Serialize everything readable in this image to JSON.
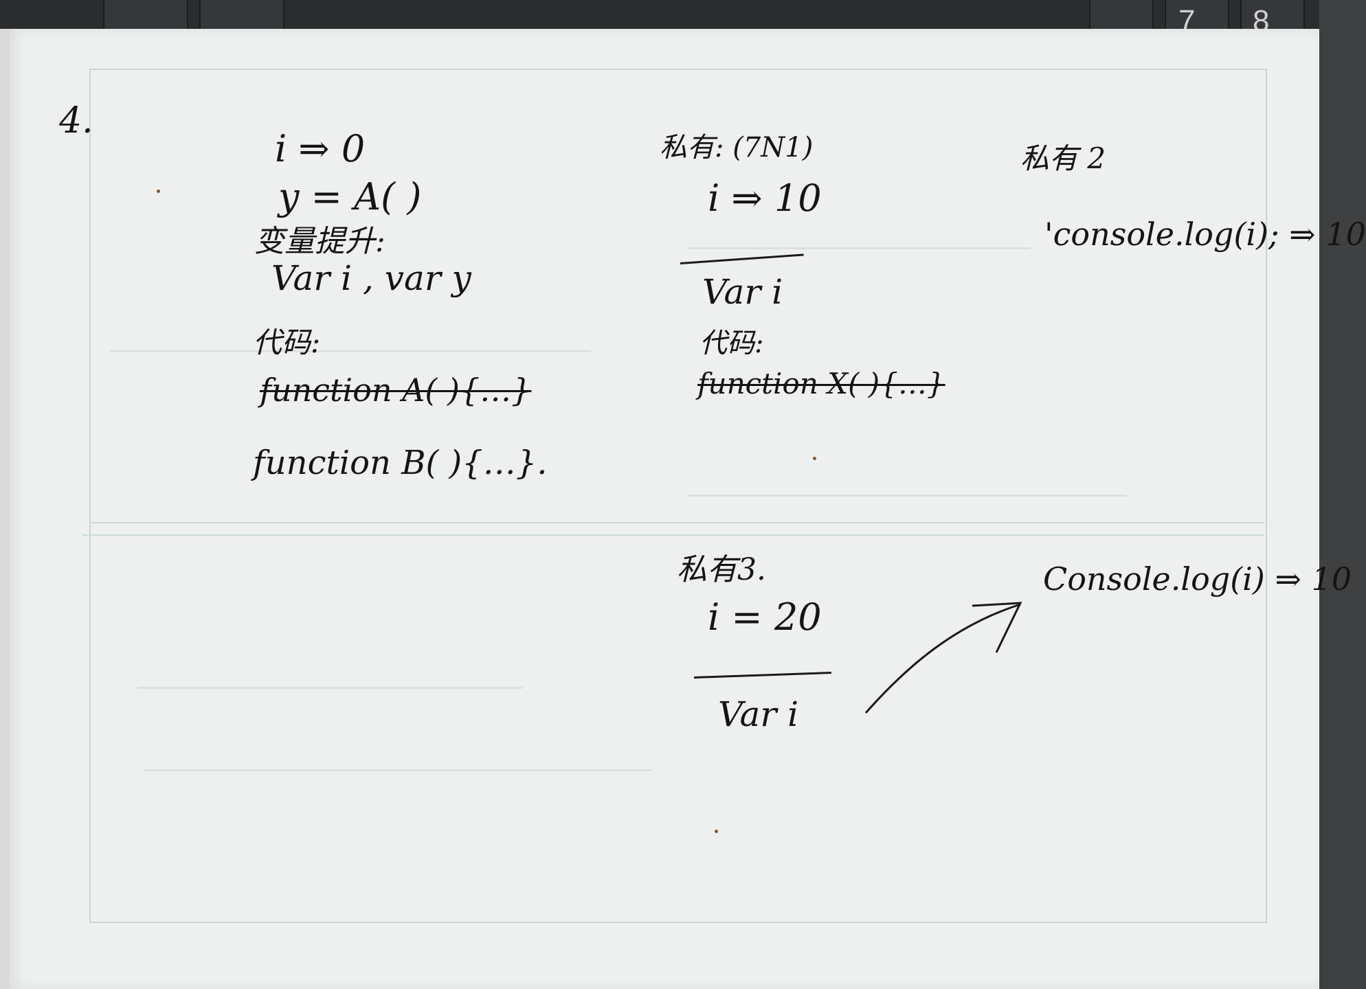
{
  "keyboard": {
    "keys": [
      "7",
      "8"
    ]
  },
  "notes": {
    "number": "4.",
    "col1": {
      "line1": "i ⇒ 0",
      "line2": "y = A( )",
      "hoist_heading": "变量提升:",
      "hoist_decl": "Var i , var y",
      "code_heading": "代码:",
      "fn_a": "function A( ){…}",
      "fn_b": "function B( ){…}."
    },
    "col2": {
      "scope1_heading": "私有: (7N1)",
      "scope1_value": "i ⇒ 10",
      "scope1_decl": "Var i",
      "scope1_code_heading": "代码:",
      "scope1_fn": "function X( ){…}",
      "scope3_heading": "私有3.",
      "scope3_value": "i = 20",
      "scope3_decl": "Var i"
    },
    "col3": {
      "scope2_heading": "私有 2",
      "scope2_log": "'console.log(i); ⇒ 10",
      "scope3_log": "Console.log(i) ⇒ 10"
    }
  }
}
